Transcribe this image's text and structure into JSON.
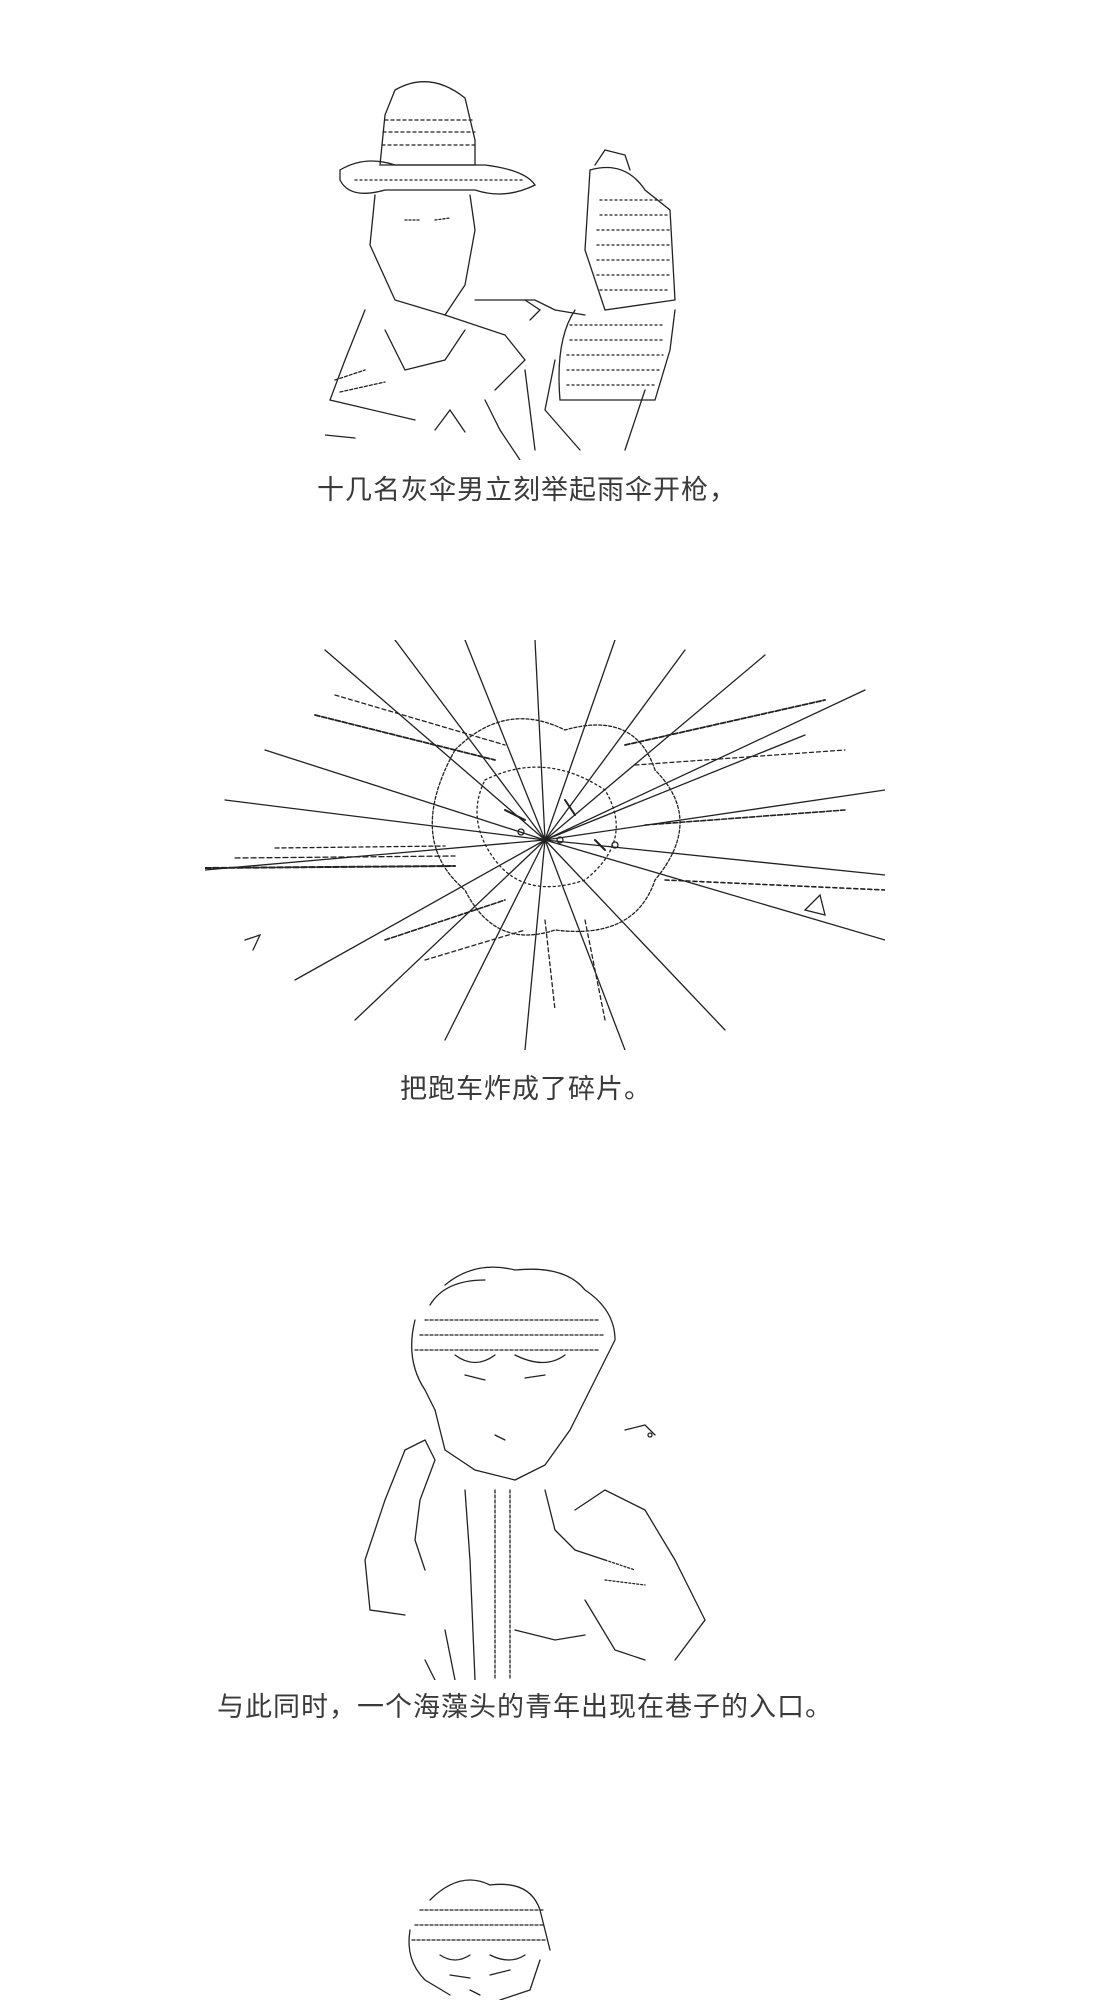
{
  "panels": [
    {
      "caption": "十几名灰伞男立刻举起雨伞开枪，"
    },
    {
      "caption": "把跑车炸成了碎片。"
    },
    {
      "caption": "与此同时，一个海藻头的青年出现在巷子的入口。"
    }
  ],
  "colors": {
    "background": "#ffffff",
    "text": "#3a3a3a",
    "art_stroke": "#222222"
  }
}
